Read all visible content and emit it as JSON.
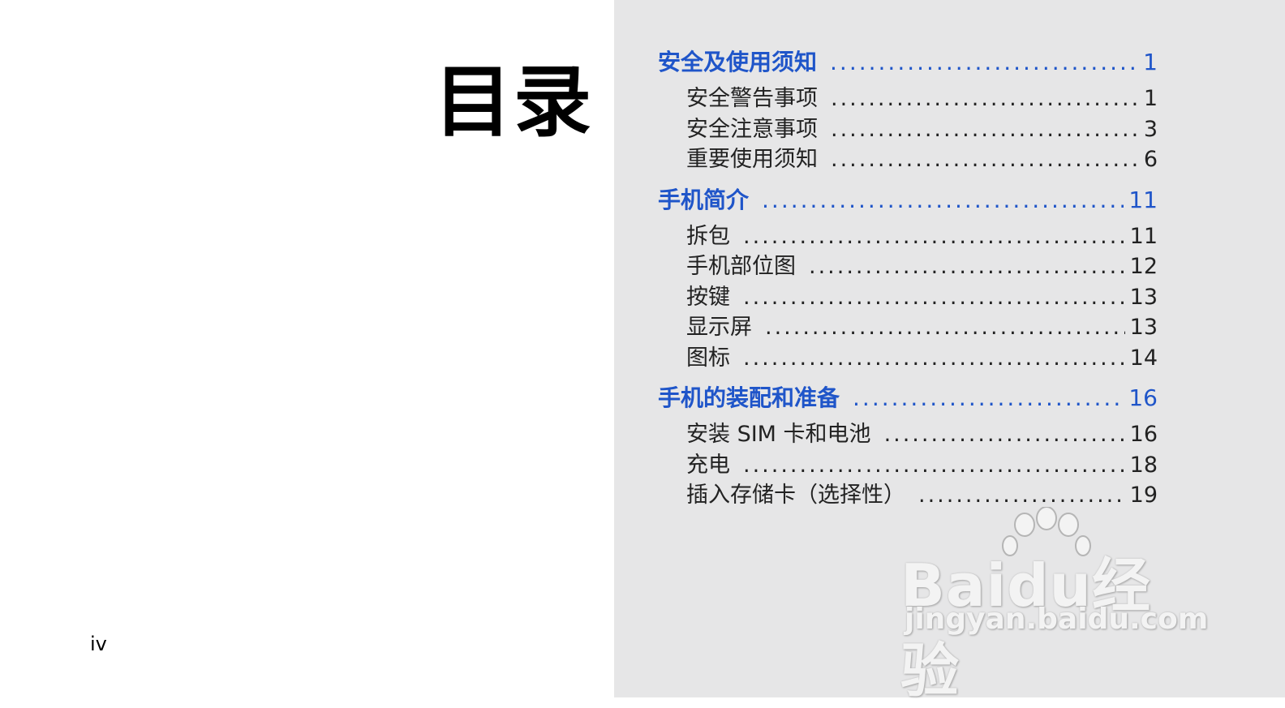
{
  "left_page": {
    "title": "目录",
    "page_number": "iv"
  },
  "toc": {
    "sections": [
      {
        "title": "安全及使用须知",
        "page": "1",
        "entries": [
          {
            "label": "安全警告事项",
            "page": "1"
          },
          {
            "label": "安全注意事项",
            "page": "3"
          },
          {
            "label": "重要使用须知",
            "page": "6"
          }
        ]
      },
      {
        "title": "手机简介",
        "page": "11",
        "entries": [
          {
            "label": "拆包",
            "page": "11"
          },
          {
            "label": "手机部位图",
            "page": "12"
          },
          {
            "label": "按键",
            "page": "13"
          },
          {
            "label": "显示屏",
            "page": "13"
          },
          {
            "label": "图标",
            "page": "14"
          }
        ]
      },
      {
        "title": "手机的装配和准备",
        "page": "16",
        "entries": [
          {
            "label": "安装 SIM 卡和电池",
            "page": "16"
          },
          {
            "label": "充电",
            "page": "18"
          },
          {
            "label": "插入存储卡（选择性）",
            "page": "19"
          }
        ]
      }
    ]
  },
  "watermark": {
    "brand": "Baidu经验",
    "url": "jingyan.baidu.com",
    "icon": "paw-icon"
  },
  "colors": {
    "section_heading": "#1f55c9",
    "right_page_background": "#e6e6e7",
    "body_text": "#222222"
  }
}
